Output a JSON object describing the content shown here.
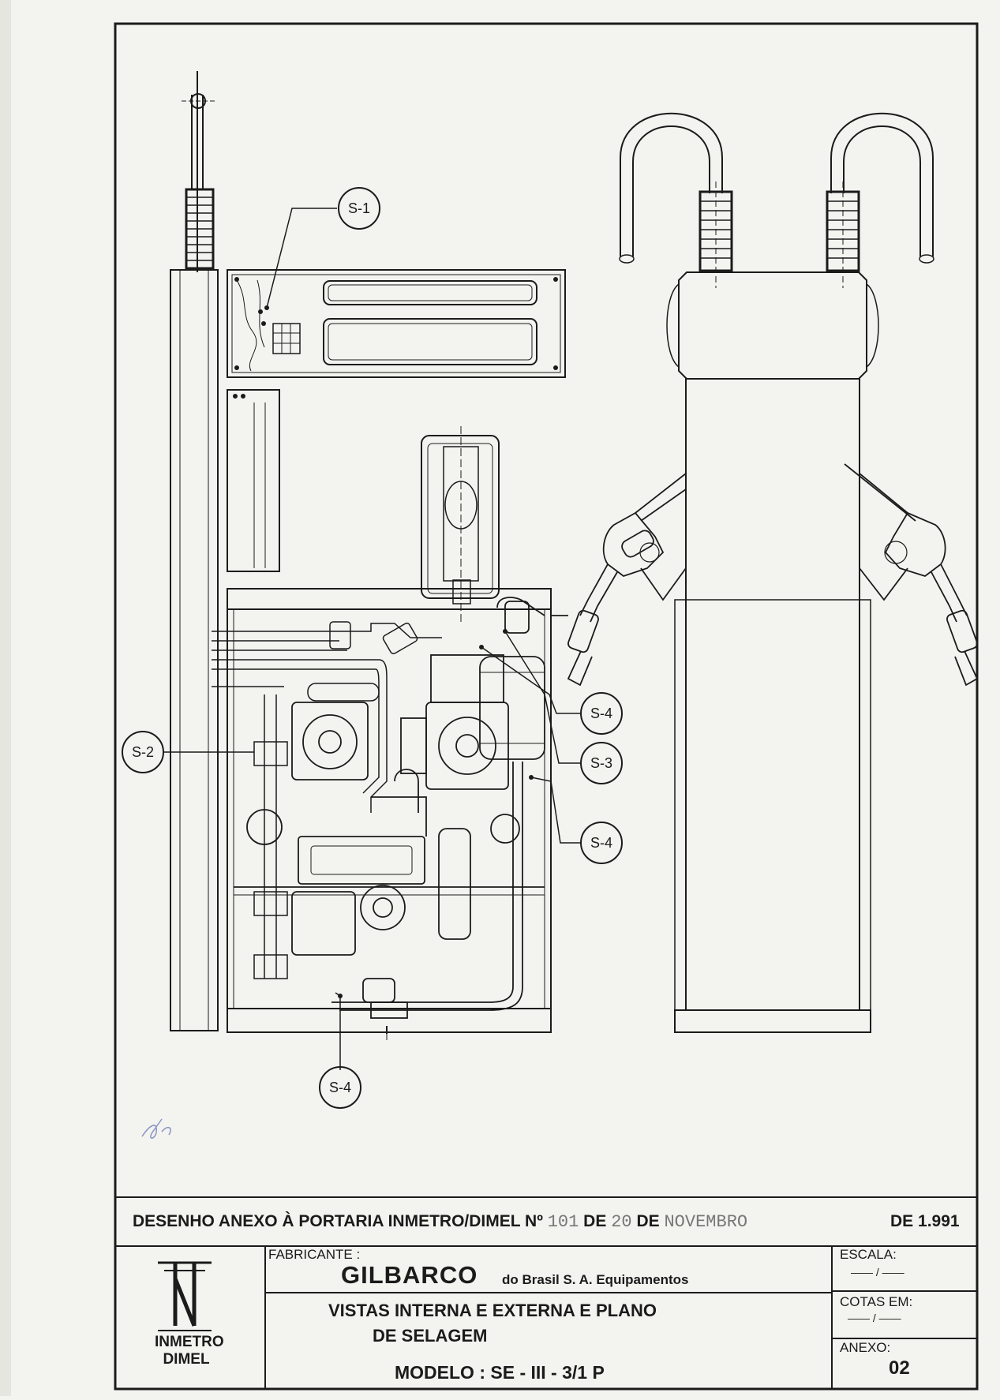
{
  "labels": {
    "s1": "S-1",
    "s2": "S-2",
    "s3": "S-3",
    "s4_a": "S-4",
    "s4_b": "S-4",
    "s4_c": "S-4"
  },
  "header": {
    "prefix": "DESENHO  ANEXO  À  PORTARIA  INMETRO/DIMEL  Nº",
    "number": "101",
    "de1": "DE",
    "day": "20",
    "de2": "DE",
    "month": "NOVEMBRO",
    "de3": "DE",
    "year": "1.991"
  },
  "title_block": {
    "logo_text_1": "INMETRO",
    "logo_text_2": "DIMEL",
    "fabricante_label": "FABRICANTE :",
    "manufacturer": "GILBARCO",
    "manufacturer_sub": "do  Brasil  S. A.    Equipamentos",
    "description_1": "VISTAS  INTERNA E EXTERNA   E   PLANO",
    "description_2": "DE      SELAGEM",
    "model": "MODELO :  SE - III - 3/1 P",
    "escala_label": "ESCALA:",
    "escala_value": "—— / ——",
    "cotas_label": "COTAS  EM:",
    "cotas_value": "—— / ——",
    "anexo_label": "ANEXO:",
    "anexo_value": "02"
  },
  "colors": {
    "paper": "#f3f3ef",
    "ink": "#1b1b1b",
    "typed": "#777777"
  }
}
